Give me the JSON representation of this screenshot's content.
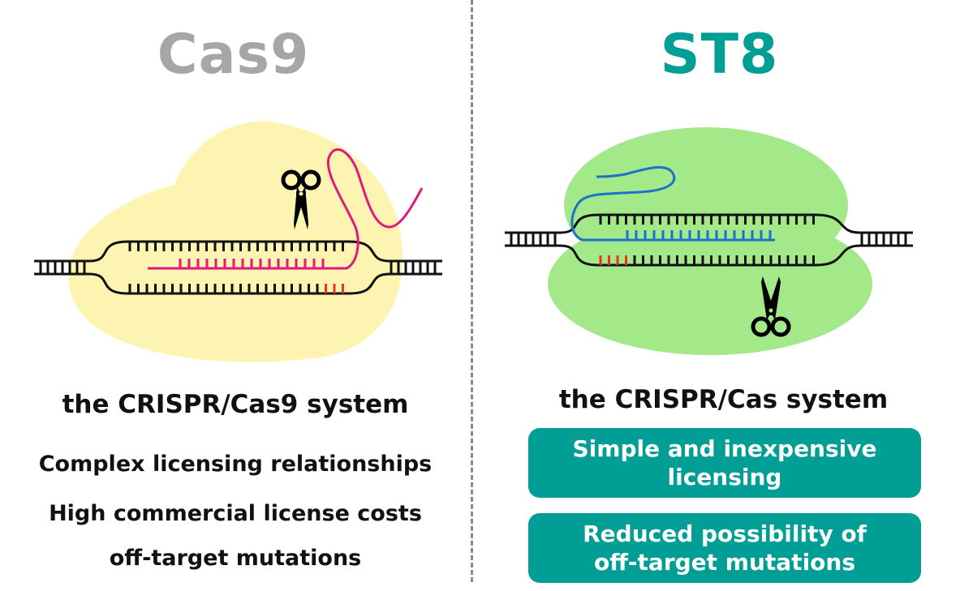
{
  "left_panel": {
    "title": "Cas9",
    "system_label": "the CRISPR/Cas9 system",
    "points": [
      "Complex licensing relationships",
      "High commercial license costs",
      "off-target mutations"
    ],
    "colors": {
      "title": "#a6a6a6",
      "protein": "#fdf4b2",
      "guide_rna": "#e0197d",
      "pam": "#e8341c"
    }
  },
  "right_panel": {
    "title": "ST8",
    "system_label": "the CRISPR/Cas system",
    "highlights": [
      "Simple and inexpensive licensing",
      "Reduced possibility of off-target mutations"
    ],
    "colors": {
      "title": "#009e94",
      "protein": "#a3e98a",
      "guide_rna": "#1a73c8",
      "pam": "#e8341c",
      "box": "#009e94"
    }
  },
  "icons": [
    "scissors-icon",
    "scissors-icon"
  ]
}
